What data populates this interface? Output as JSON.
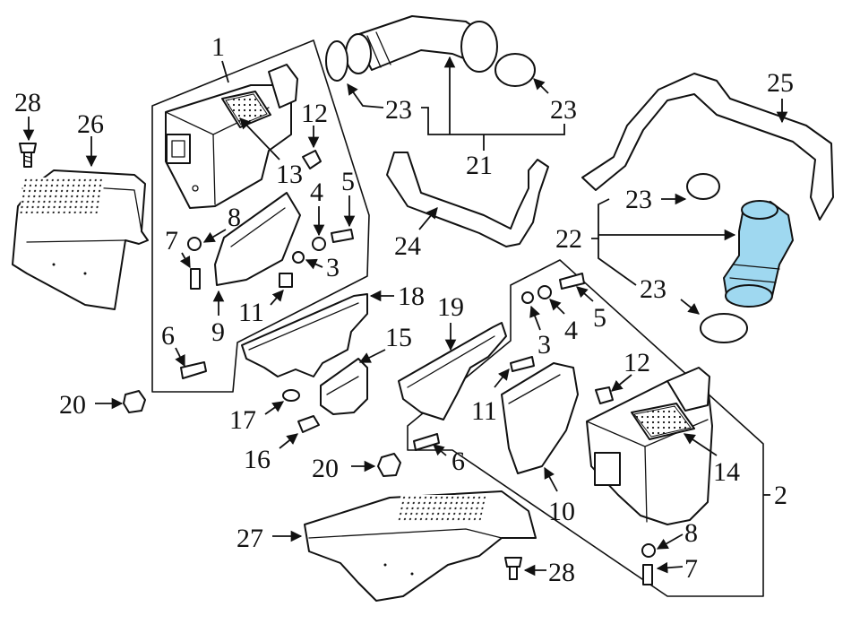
{
  "colors": {
    "highlight": "#9fd8f0",
    "line": "#111111",
    "background": "#ffffff"
  },
  "callouts": {
    "c1": "1",
    "c2": "2",
    "c3a": "3",
    "c3b": "3",
    "c4a": "4",
    "c4b": "4",
    "c5a": "5",
    "c5b": "5",
    "c6a": "6",
    "c6b": "6",
    "c7a": "7",
    "c7b": "7",
    "c8a": "8",
    "c8b": "8",
    "c9": "9",
    "c10": "10",
    "c11a": "11",
    "c11b": "11",
    "c12a": "12",
    "c12b": "12",
    "c13": "13",
    "c14": "14",
    "c15": "15",
    "c16": "16",
    "c17": "17",
    "c18": "18",
    "c19": "19",
    "c20a": "20",
    "c20b": "20",
    "c21": "21",
    "c22": "22",
    "c23a": "23",
    "c23b": "23",
    "c23c": "23",
    "c23d": "23",
    "c24": "24",
    "c25": "25",
    "c26": "26",
    "c27": "27",
    "c28a": "28",
    "c28b": "28"
  },
  "highlighted_part": "22"
}
